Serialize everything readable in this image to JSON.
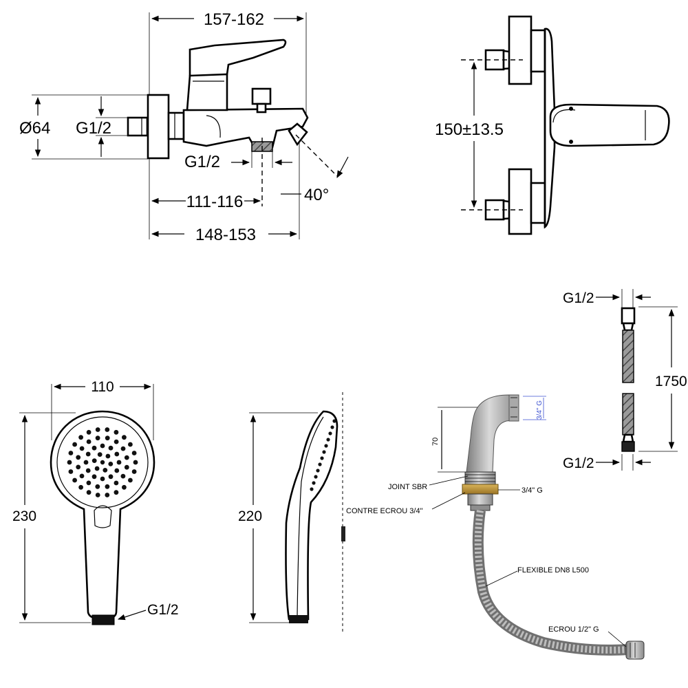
{
  "mixer_front": {
    "width_overall": "157-162",
    "diameter_rosette": "Ø64",
    "inlet_thread": "G1/2",
    "outlet_thread": "G1/2",
    "spout_to_outlet": "111-116",
    "spout_projection": "148-153",
    "spout_angle": "40°"
  },
  "mixer_top": {
    "inlet_spacing": "150±13.5"
  },
  "hose": {
    "top_thread": "G1/2",
    "bottom_thread": "G1/2",
    "length": "1750"
  },
  "hand_shower_front": {
    "head_width": "110",
    "total_length": "230",
    "connection": "G1/2"
  },
  "hand_shower_side": {
    "total_length": "220"
  },
  "diverter_kit": {
    "height": "70",
    "thread_top": "3/4\" G",
    "joint": "JOINT SBR",
    "thread_side": "3/4\" G",
    "lock_nut": "CONTRE ECROU 3/4\"",
    "flexible": "FLEXIBLE DN8 L500",
    "end_nut": "ECROU 1/2\" G"
  }
}
